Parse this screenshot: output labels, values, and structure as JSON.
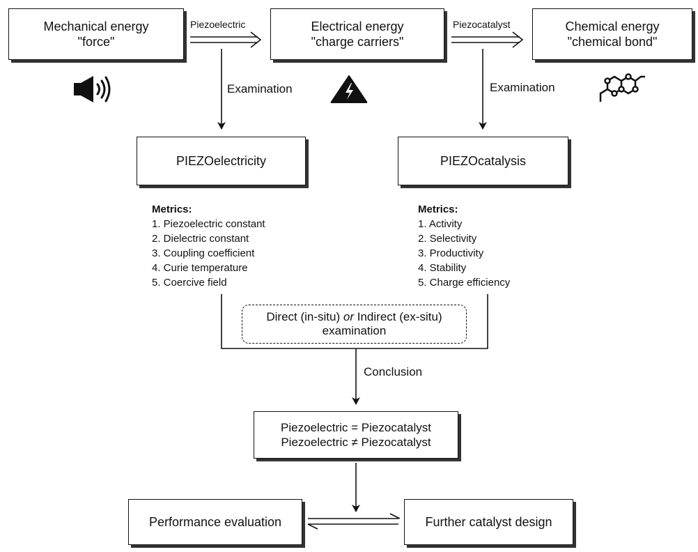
{
  "top_row": {
    "mechanical": {
      "line1": "Mechanical energy",
      "line2": "\"force\""
    },
    "electrical": {
      "line1": "Electrical energy",
      "line2": "\"charge carriers\""
    },
    "chemical": {
      "line1": "Chemical energy",
      "line2": "\"chemical bond\""
    },
    "arrow_left_label": "Piezoelectric",
    "arrow_right_label": "Piezocatalyst"
  },
  "icons": {
    "mechanical": "speaker-icon",
    "electrical": "high-voltage-icon",
    "chemical": "molecule-icon"
  },
  "examination_label_left": "Examination",
  "examination_label_right": "Examination",
  "piezoelectricity": {
    "title": "PIEZOelectricity",
    "metrics_title": "Metrics:",
    "metrics": [
      "1. Piezoelectric constant",
      "2. Dielectric constant",
      "3. Coupling coefficient",
      "4. Curie temperature",
      "5. Coercive field"
    ]
  },
  "piezocatalysis": {
    "title": "PIEZOcatalysis",
    "metrics_title": "Metrics:",
    "metrics": [
      "1. Activity",
      "2. Selectivity",
      "3. Productivity",
      "4. Stability",
      "5. Charge efficiency"
    ]
  },
  "examination_box": {
    "direct": "Direct (in-situ)",
    "or": "or",
    "indirect": "Indirect (ex-situ)",
    "line2": "examination"
  },
  "conclusion_label": "Conclusion",
  "conclusion_box": {
    "line1": "Piezoelectric = Piezocatalyst",
    "line2": "Piezoelectric ≠ Piezocatalyst"
  },
  "bottom_row": {
    "performance": "Performance evaluation",
    "design": "Further catalyst design"
  }
}
